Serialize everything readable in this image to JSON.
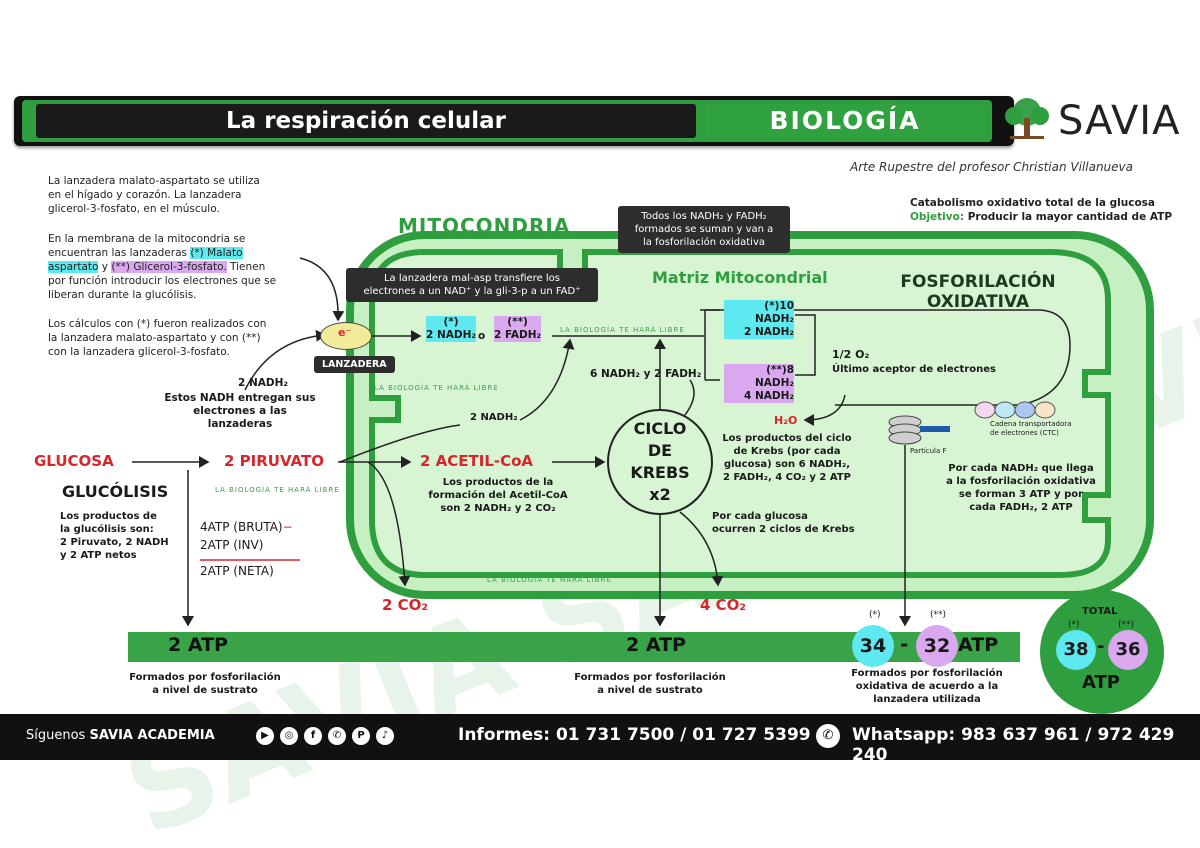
{
  "header": {
    "title": "La respiración celular",
    "subject": "BIOLOGÍA",
    "brand": "SAVIA",
    "credit": "Arte Rupestre del profesor Christian Villanueva"
  },
  "intro": {
    "p1": [
      "La lanzadera malato-aspartato se utiliza",
      "en el hígado y corazón. La lanzadera",
      "glicerol-3-fosfato, en el músculo."
    ],
    "p2": [
      "En la membrana de la mitocondria se",
      "encuentran las lanzaderas",
      "(*) Malato",
      "aspartato",
      "y",
      "(**) Glicerol-3-fosfato.",
      "Tienen",
      "por función introducir los electrones que se",
      "liberan durante la glucólisis."
    ],
    "p3": [
      "Los cálculos con (*) fueron realizados con",
      "la lanzadera malato-aspartato y con (**)",
      "con la lanzadera glicerol-3-fosfato."
    ]
  },
  "catabolism": {
    "line1": "Catabolismo oxidativo total de la glucosa",
    "label": "Objetivo:",
    "line2": "Producir la mayor cantidad de ATP"
  },
  "mito": {
    "title": "MITOCONDRIA",
    "matrix": "Matriz Mitocondrial",
    "fosfo1": "FOSFORILACIÓN",
    "fosfo2": "OXIDATIVA"
  },
  "tooltips": {
    "top": [
      "Todos los NADH₂ y FADH₂",
      "formados se suman y van a",
      "la fosforilación oxidativa"
    ],
    "shuttle": [
      "La lanzadera mal-asp transfiere los",
      "electrones a un NAD⁺ y la gli-3-p a un FAD⁺"
    ]
  },
  "shuttle": {
    "electron": "e⁻",
    "label": "LANZADERA",
    "star1": "(*)",
    "nadh": "2 NADH₂",
    "o": "o",
    "star2": "(**)",
    "fadh": "2 FADH₂"
  },
  "nadh_cyto": {
    "top": "2 NADH₂",
    "desc": [
      "Estos NADH entregan sus",
      "electrones a las lanzaderas"
    ]
  },
  "glycolysis": {
    "glucosa": "GLUCOSA",
    "piruvato": "2 PIRUVATO",
    "glucolisis": "GLUCÓLISIS",
    "products": [
      "Los productos de",
      "la glucólisis son:",
      "2 Piruvato, 2 NADH",
      "y 2 ATP netos"
    ],
    "atp_bruta": "4ATP (BRUTA)",
    "minus": "−",
    "atp_inv": "2ATP (INV)",
    "atp_neta": "2ATP (NETA)"
  },
  "acetyl": {
    "label": "2 ACETIL-CoA",
    "nadh": "2 NADH₂",
    "desc": [
      "Los productos de la",
      "formación del Acetil-CoA",
      "son 2 NADH₂ y 2 CO₂"
    ]
  },
  "krebs": {
    "l1": "CICLO",
    "l2": "DE",
    "l3": "KREBS",
    "l4": "x2",
    "top": "6 NADH₂ y 2 FADH₂",
    "desc": [
      "Los productos del ciclo",
      "de Krebs (por cada",
      "glucosa) son 6 NADH₂,",
      "2 FADH₂, 4 CO₂ y 2 ATP"
    ],
    "per": [
      "Por cada glucosa",
      "ocurren 2 ciclos de Krebs"
    ]
  },
  "sums": {
    "s1": "(*)10 NADH₂",
    "s2": "2 NADH₂",
    "s3": "(**)8 NADH₂",
    "s4": "4 NADH₂"
  },
  "oxygen": {
    "o2": "1/2 O₂",
    "desc": "Último aceptor de electrones",
    "water": "H₂O"
  },
  "ctc": {
    "label": [
      "Cadena transportadora",
      "de electrones (CTC)"
    ],
    "particle": "Partícula F"
  },
  "atp_note": [
    "Por cada NADH₂ que llega",
    "a la fosforilación oxidativa",
    "se forman 3 ATP y por",
    "cada FADH₂, 2 ATP"
  ],
  "co2": {
    "a": "2 CO₂",
    "b": "4 CO₂"
  },
  "bottom": {
    "atp1": "2 ATP",
    "atp2": "2 ATP",
    "sust1": [
      "Formados por fosforilación",
      "a nivel de sustrato"
    ],
    "sust2": [
      "Formados por fosforilación",
      "a nivel de sustrato"
    ],
    "star1": "(*)",
    "star2": "(**)",
    "v34": "34",
    "dash": "-",
    "v32": "32",
    "atp": "ATP",
    "oxid": [
      "Formados por fosforilación",
      "oxidativa de acuerdo a la",
      "lanzadera utilizada"
    ]
  },
  "total": {
    "label": "TOTAL",
    "star1": "(*)",
    "star2": "(**)",
    "v38": "38",
    "dash": "-",
    "v36": "36",
    "atp": "ATP"
  },
  "watermark_small": "LA BIOLOGÍA TE HARÁ LIBRE",
  "watermark_big": "SAVIA SAVIA SAVIA",
  "footer": {
    "follow": "Síguenos",
    "academy": "SAVIA ACADEMIA",
    "informes": "Informes: 01 731 7500 / 01 727 5399",
    "whatsapp": "Whatsapp: 983 637 961 / 972 429 240"
  },
  "social_icons": [
    "youtube-icon",
    "instagram-icon",
    "facebook-icon",
    "whatsapp-icon",
    "pinterest-icon",
    "tiktok-icon"
  ],
  "colors": {
    "green": "#2e9e3e",
    "light_green": "#d7f5d3",
    "red": "#d7262b",
    "cyan": "#5ee8ef",
    "purple": "#d9a8ef",
    "dark": "#111111"
  }
}
